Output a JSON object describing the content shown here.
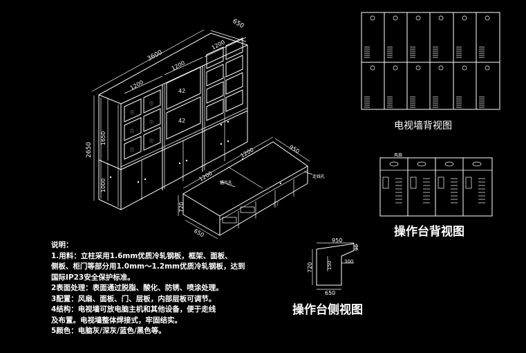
{
  "dimensions": {
    "total_width": "3600",
    "depth": "650",
    "left_module": "1200",
    "center_module": "1200",
    "right_module": "1200",
    "total_height": "2650",
    "upper_height": "1650",
    "lower_height": "1000",
    "console_length_a": "1200",
    "console_length_b": "1200",
    "console_depth": "950",
    "console_height": "720",
    "console_base_depth": "650"
  },
  "console_labels": {
    "vent": "通气孔",
    "wire_hole": "走线孔",
    "door": "门"
  },
  "side_view": {
    "top_width": "950",
    "top_small": "90",
    "height": "720",
    "inner_height": "150",
    "inner_width": "300",
    "base_width": "650"
  },
  "back_view_console": {
    "fan_label": "风扇"
  },
  "titles": {
    "tv_wall_back": "电视墙背视图",
    "console_back": "操作台背视图",
    "console_side": "操作台侧视图"
  },
  "notes": [
    "说明：",
    "1.用料：立柱采用1.6mm优质冷轧钢板，框架、面板、",
    "侧板、柜门等部分用1.0mm～1.2mm优质冷轧钢板，达到",
    "国际IP23安全保护标准。",
    "2表面处理：表面通过脱脂、酸化、防锈、喷涂处理。",
    "3配置：风扇、面板、门、层板，内部层板可调节。",
    "4结构：电视墙可放电脑主机和其他设备，便于走线",
    "及布置。电视墙整体焊接式，牢固结实。",
    "5颜色：电脑灰/深灰/蓝色/黑色等。"
  ]
}
